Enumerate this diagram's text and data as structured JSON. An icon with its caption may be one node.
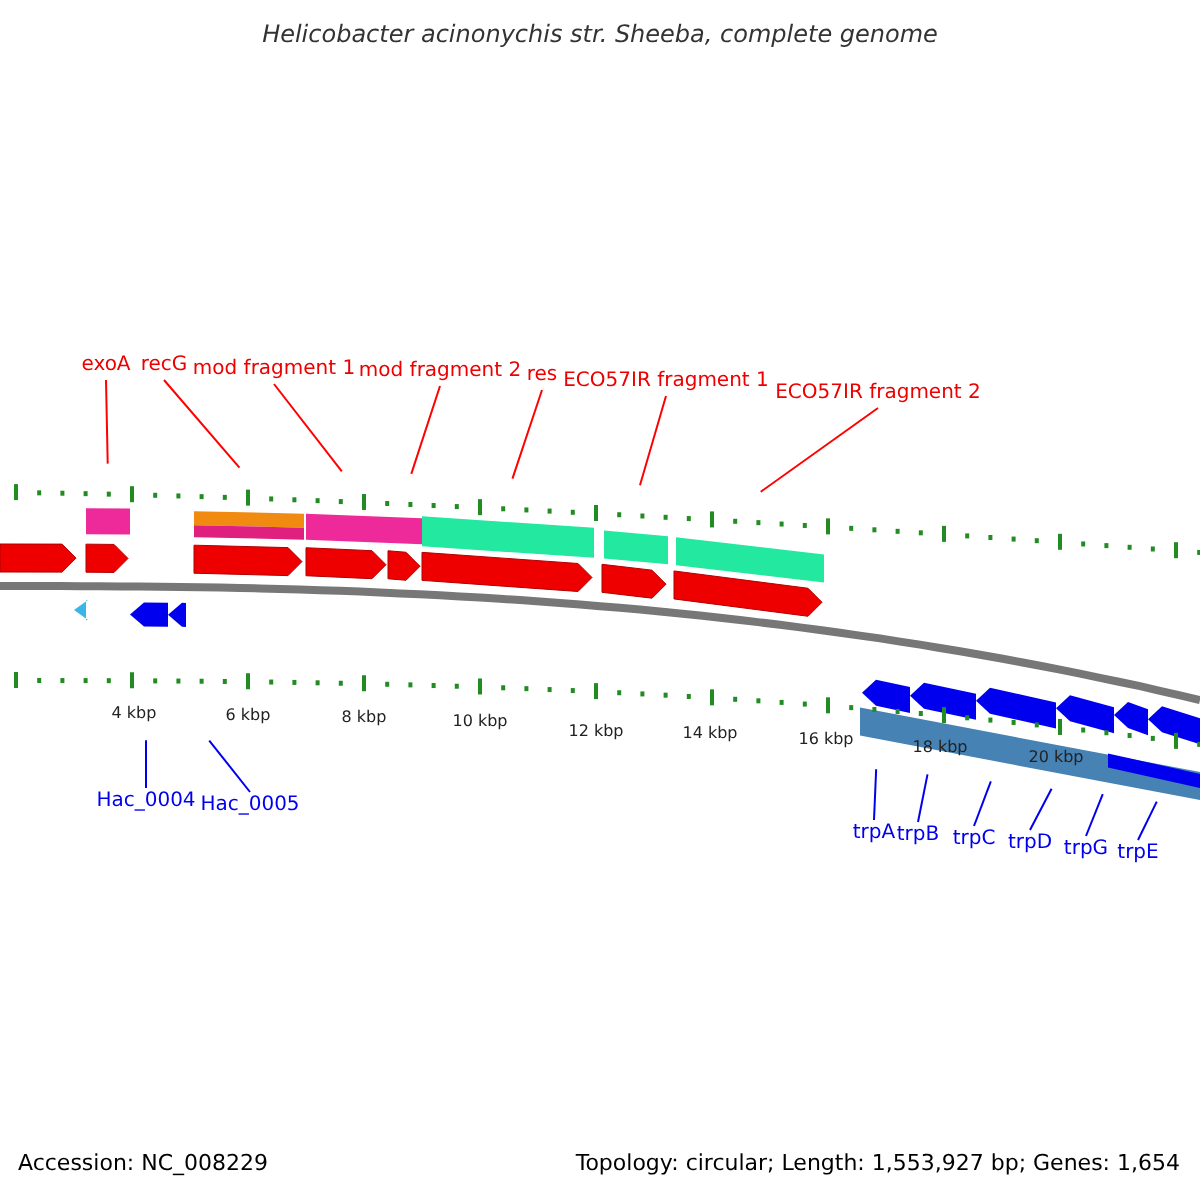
{
  "diagram": {
    "title": "Helicobacter acinonychis str. Sheeba, complete genome",
    "nodes": [
      {
        "text": [
          "exoA"
        ]
      },
      {
        "text": [
          "recG"
        ]
      },
      {
        "text": [
          "mod fragment 1"
        ]
      },
      {
        "text": [
          "mod fragment 2"
        ]
      },
      {
        "text": [
          "res"
        ]
      },
      {
        "text": [
          "ECO57IR fragment 1"
        ]
      },
      {
        "text": [
          "ECO57IR fragment 2"
        ]
      },
      {
        "text": [
          "Hac_0004"
        ]
      },
      {
        "text": [
          "Hac_0005"
        ]
      },
      {
        "text": [
          "trpA"
        ]
      },
      {
        "text": [
          "trpB"
        ]
      },
      {
        "text": [
          "trpC"
        ]
      },
      {
        "text": [
          "trpD"
        ]
      },
      {
        "text": [
          "trpG"
        ]
      },
      {
        "text": [
          "trpE"
        ]
      }
    ],
    "edges": [
      {
        "from": 0,
        "to": null,
        "arrow": "none",
        "color": "#ff0000"
      },
      {
        "from": 1,
        "to": null,
        "arrow": "none",
        "color": "#ff0000"
      },
      {
        "from": 2,
        "to": null,
        "arrow": "none",
        "color": "#ff0000"
      },
      {
        "from": 3,
        "to": null,
        "arrow": "none",
        "color": "#ff0000"
      },
      {
        "from": 4,
        "to": null,
        "arrow": "none",
        "color": "#ff0000"
      },
      {
        "from": 5,
        "to": null,
        "arrow": "none",
        "color": "#ff0000"
      },
      {
        "from": 6,
        "to": null,
        "arrow": "none",
        "color": "#ff0000"
      },
      {
        "from": 7,
        "to": null,
        "arrow": "none"
      },
      {
        "from": 8,
        "to": null,
        "arrow": "none"
      },
      {
        "from": 9,
        "to": null,
        "arrow": "none"
      },
      {
        "from": 10,
        "to": null,
        "arrow": "none"
      },
      {
        "from": 11,
        "to": null,
        "arrow": "none"
      },
      {
        "from": 12,
        "to": null,
        "arrow": "none"
      },
      {
        "from": 13,
        "to": null,
        "arrow": "none"
      },
      {
        "from": 14,
        "to": null,
        "arrow": "none"
      }
    ],
    "labels": [
      "4 kbp",
      "6 kbp",
      "8 kbp",
      "10 kbp",
      "12 kbp",
      "14 kbp",
      "16 kbp",
      "18 kbp",
      "20 kbp",
      "Accession: NC_008229",
      "Topology: circular; Length: 1,553,927 bp; Genes: 1,654"
    ]
  }
}
